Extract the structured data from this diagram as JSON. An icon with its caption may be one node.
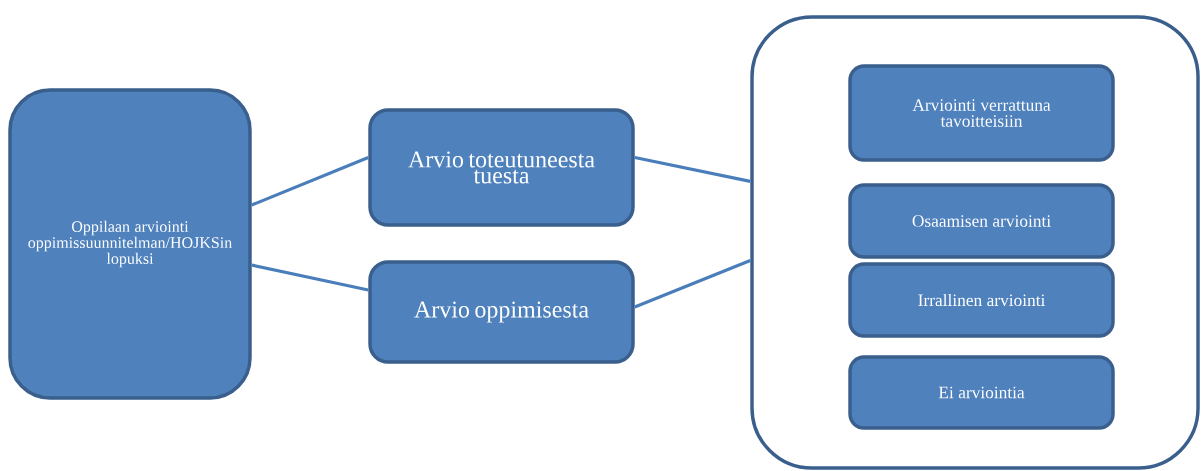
{
  "diagram": {
    "nodes": [
      {
        "text": [
          "Oppilaan arviointi oppimissuunnitelman/HOJKSin lopuksi"
        ]
      },
      {
        "text": [
          "Arvio toteutuneesta tuesta"
        ]
      },
      {
        "text": [
          "Arvio oppimisesta"
        ]
      },
      {
        "text": [],
        "shape": "box"
      },
      {
        "text": [
          "Arviointi verrattuna tavoitteisiin"
        ],
        "in": 3
      },
      {
        "text": [
          "Osaamisen arviointi"
        ],
        "in": 3
      },
      {
        "text": [
          "Irrallinen arviointi"
        ],
        "in": 3
      },
      {
        "text": [
          "Ei arviointia"
        ],
        "in": 3
      }
    ],
    "edges": [
      {
        "from": 0,
        "to": 1,
        "arrow": "none"
      },
      {
        "from": 0,
        "to": 2,
        "arrow": "none"
      },
      {
        "from": 1,
        "to": 3,
        "arrow": "none"
      },
      {
        "from": 2,
        "to": 3,
        "arrow": "none"
      }
    ]
  }
}
